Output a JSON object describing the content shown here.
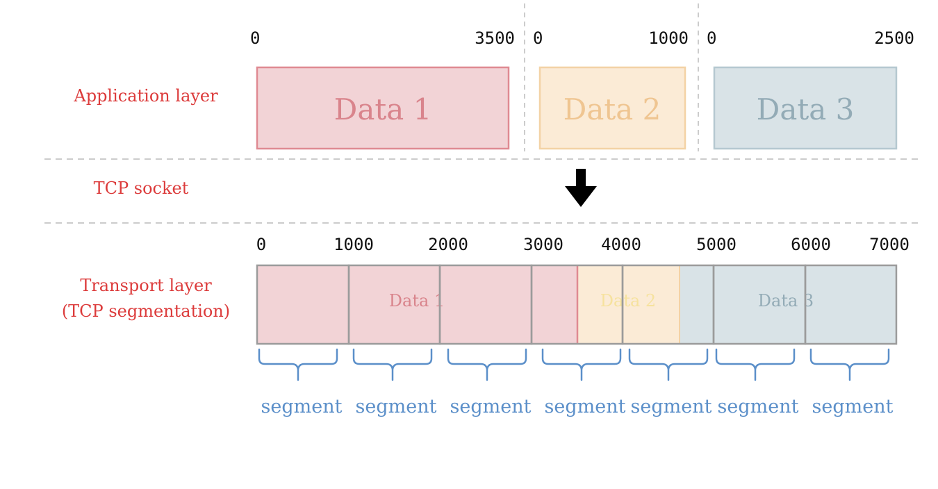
{
  "labels": {
    "application_layer": "Application layer",
    "tcp_socket": "TCP socket",
    "transport_layer_line1": "Transport layer",
    "transport_layer_line2": "(TCP segmentation)"
  },
  "application_blocks": [
    {
      "name": "Data 1",
      "start_label": "0",
      "end_label": "3500",
      "fill": "#f2d3d6",
      "stroke": "#df8a92",
      "text_color": "#d9848c"
    },
    {
      "name": "Data 2",
      "start_label": "0",
      "end_label": "1000",
      "fill": "#fbebd6",
      "stroke": "#f3d2a5",
      "text_color": "#efc591"
    },
    {
      "name": "Data 3",
      "start_label": "0",
      "end_label": "2500",
      "fill": "#d9e3e7",
      "stroke": "#b5c8d0",
      "text_color": "#93abb6"
    }
  ],
  "transport_axis_labels": [
    "0",
    "1000",
    "2000",
    "3000",
    "4000",
    "5000",
    "6000",
    "7000"
  ],
  "transport_data_labels": [
    "Data 1",
    "Data 2",
    "Data 3"
  ],
  "segment_label": "segment",
  "segments_count_label": [
    "segment",
    "segment",
    "segment",
    "segment",
    "segment",
    "segment",
    "segment"
  ],
  "colors": {
    "red_label": "#dc3b3b",
    "blue_label": "#5b8fc9",
    "divider": "#cccccc",
    "segment_border": "#9b9b9b"
  }
}
